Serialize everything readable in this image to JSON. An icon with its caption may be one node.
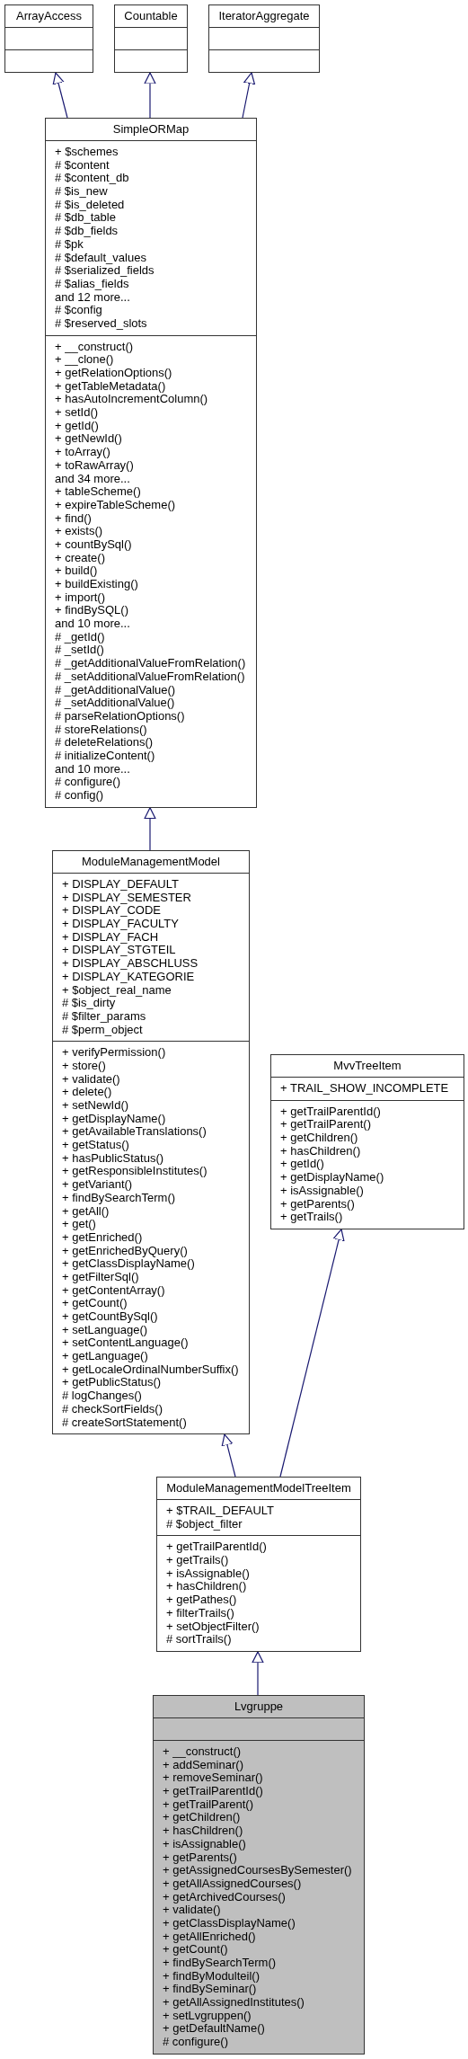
{
  "diagram": {
    "nodes": [
      {
        "text": [
          "ArrayAccess"
        ]
      },
      {
        "text": [],
        "shape": "box",
        "in": 0
      },
      {
        "text": [],
        "shape": "box",
        "in": 0
      },
      {
        "text": [
          "Countable"
        ]
      },
      {
        "text": [],
        "shape": "box",
        "in": 3
      },
      {
        "text": [],
        "shape": "box",
        "in": 3
      },
      {
        "text": [
          "IteratorAggregate"
        ]
      },
      {
        "text": [],
        "shape": "box",
        "in": 6
      },
      {
        "text": [],
        "shape": "box",
        "in": 6
      },
      {
        "text": [
          "SimpleORMap"
        ]
      },
      {
        "text": [
          "+ $schemes",
          "# $content",
          "# $content_db",
          "# $is_new",
          "# $is_deleted",
          "# $db_table",
          "# $db_fields",
          "# $pk",
          "# $default_values",
          "# $serialized_fields",
          "# $alias_fields",
          "and 12 more...",
          "# $config",
          "# $reserved_slots"
        ],
        "in": 9
      },
      {
        "text": [
          "+ __construct()",
          "+ __clone()",
          "+ getRelationOptions()",
          "+ getTableMetadata()",
          "+ hasAutoIncrementColumn()",
          "+ setId()",
          "+ getId()",
          "+ getNewId()",
          "+ toArray()",
          "+ toRawArray()",
          "and 34 more...",
          "+ tableScheme()",
          "+ expireTableScheme()",
          "+ find()",
          "+ exists()",
          "+ countBySql()",
          "+ create()",
          "+ build()",
          "+ buildExisting()",
          "+ import()",
          "+ findBySQL()",
          "and 10 more...",
          "# _getId()",
          "# _setId()",
          "# _getAdditionalValueFromRelation()",
          "# _setAdditionalValueFromRelation()",
          "# _getAdditionalValue()",
          "# _setAdditionalValue()",
          "# parseRelationOptions()",
          "# storeRelations()",
          "# deleteRelations()",
          "# initializeContent()",
          "and 10 more...",
          "# configure()",
          "# config()"
        ],
        "in": 9
      },
      {
        "text": [
          "ModuleManagementModel"
        ]
      },
      {
        "text": [
          "+ DISPLAY_DEFAULT",
          "+ DISPLAY_SEMESTER",
          "+ DISPLAY_CODE",
          "+ DISPLAY_FACULTY",
          "+ DISPLAY_FACH",
          "+ DISPLAY_STGTEIL",
          "+ DISPLAY_ABSCHLUSS",
          "+ DISPLAY_KATEGORIE",
          "+ $object_real_name",
          "# $is_dirty",
          "# $filter_params",
          "# $perm_object"
        ],
        "in": 12
      },
      {
        "text": [
          "+ verifyPermission()",
          "+ store()",
          "+ validate()",
          "+ delete()",
          "+ setNewId()",
          "+ getDisplayName()",
          "+ getAvailableTranslations()",
          "+ getStatus()",
          "+ hasPublicStatus()",
          "+ getResponsibleInstitutes()",
          "+ getVariant()",
          "+ findBySearchTerm()",
          "+ getAll()",
          "+ get()",
          "+ getEnriched()",
          "+ getEnrichedByQuery()",
          "+ getClassDisplayName()",
          "+ getFilterSql()",
          "+ getContentArray()",
          "+ getCount()",
          "+ getCountBySql()",
          "+ setLanguage()",
          "+ setContentLanguage()",
          "+ getLanguage()",
          "+ getLocaleOrdinalNumberSuffix()",
          "+ getPublicStatus()",
          "# logChanges()",
          "# checkSortFields()",
          "# createSortStatement()"
        ],
        "in": 12
      },
      {
        "text": [
          "MvvTreeItem"
        ]
      },
      {
        "text": [
          "+ TRAIL_SHOW_INCOMPLETE"
        ],
        "in": 15
      },
      {
        "text": [
          "+ getTrailParentId()",
          "+ getTrailParent()",
          "+ getChildren()",
          "+ hasChildren()",
          "+ getId()",
          "+ getDisplayName()",
          "+ isAssignable()",
          "+ getParents()",
          "+ getTrails()"
        ],
        "in": 15
      },
      {
        "text": [
          "ModuleManagementModelTreeItem"
        ]
      },
      {
        "text": [
          "+ $TRAIL_DEFAULT",
          "# $object_filter"
        ],
        "in": 18
      },
      {
        "text": [
          "+ getTrailParentId()",
          "+ getTrails()",
          "+ isAssignable()",
          "+ hasChildren()",
          "+ getPathes()",
          "+ filterTrails()",
          "+ setObjectFilter()",
          "# sortTrails()"
        ],
        "in": 18
      },
      {
        "text": [
          "Lvgruppe"
        ]
      },
      {
        "text": [],
        "shape": "box",
        "in": 21
      },
      {
        "text": [
          "+ __construct()",
          "+ addSeminar()",
          "+ removeSeminar()",
          "+ getTrailParentId()",
          "+ getTrailParent()",
          "+ getChildren()",
          "+ hasChildren()",
          "+ isAssignable()",
          "+ getParents()",
          "+ getAssignedCoursesBySemester()",
          "+ getAllAssignedCourses()",
          "+ getArchivedCourses()",
          "+ validate()",
          "+ getClassDisplayName()",
          "+ getAllEnriched()",
          "+ getCount()",
          "+ findBySearchTerm()",
          "+ findByModulteil()",
          "+ findBySeminar()",
          "+ getAllAssignedInstitutes()",
          "+ setLvgruppen()",
          "+ getDefaultName()",
          "# configure()"
        ],
        "in": 21
      }
    ],
    "edges": [
      {
        "from": 9,
        "to": 0,
        "arrow": "to"
      },
      {
        "from": 9,
        "to": 3,
        "arrow": "to"
      },
      {
        "from": 9,
        "to": 6,
        "arrow": "to"
      },
      {
        "from": 12,
        "to": 9,
        "arrow": "to"
      },
      {
        "from": 18,
        "to": 12,
        "arrow": "to"
      },
      {
        "from": 18,
        "to": 15,
        "arrow": "to"
      },
      {
        "from": 21,
        "to": 18,
        "arrow": "to"
      }
    ]
  }
}
